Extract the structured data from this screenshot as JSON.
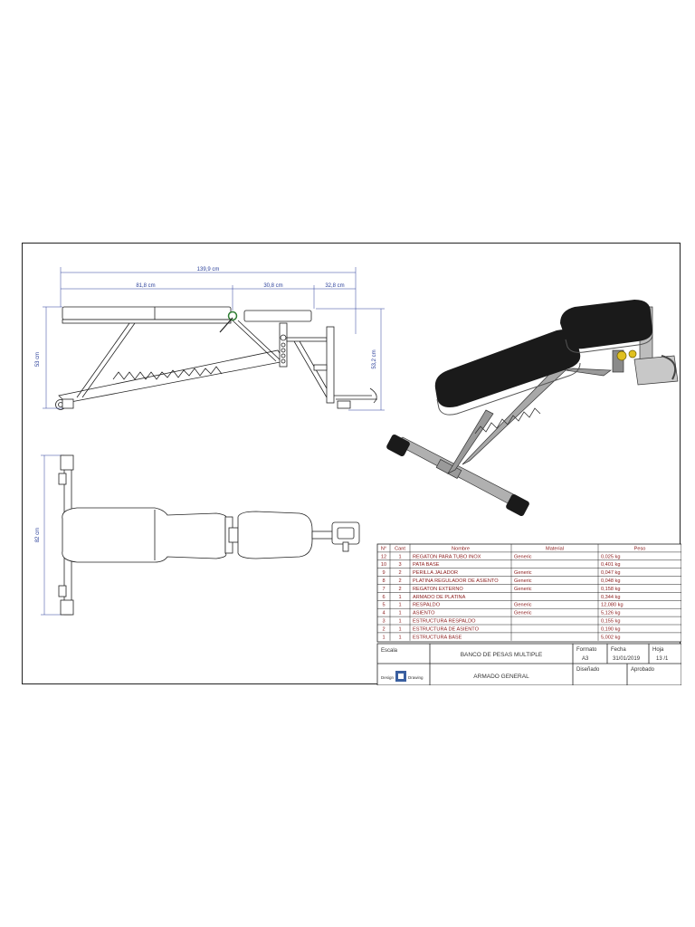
{
  "dimensions": {
    "overall_length": "139,9 cm",
    "seg_backrest": "81,8 cm",
    "seg_seat": "30,8 cm",
    "seg_rear": "32,8 cm",
    "height_front": "53 cm",
    "height_rear": "53,2 cm",
    "width": "82 cm"
  },
  "bom": {
    "headers": [
      "N°",
      "Cant",
      "Nombre",
      "Material",
      "Peso"
    ],
    "rows": [
      {
        "no": "12",
        "qty": "1",
        "name": "REGATON PARA TUBO INOX",
        "material": "Generic",
        "weight": "0,025 kg"
      },
      {
        "no": "10",
        "qty": "3",
        "name": "PATA BASE",
        "material": "",
        "weight": "0,401 kg"
      },
      {
        "no": "9",
        "qty": "2",
        "name": "PERILLA JALADOR",
        "material": "Generic",
        "weight": "0,047 kg"
      },
      {
        "no": "8",
        "qty": "2",
        "name": "PLATINA REGULADOR DE ASIENTO",
        "material": "Generic",
        "weight": "0,048 kg"
      },
      {
        "no": "7",
        "qty": "2",
        "name": "REGATON EXTERNO",
        "material": "Generic",
        "weight": "0,158 kg"
      },
      {
        "no": "6",
        "qty": "1",
        "name": "ARMADO DE PLATINA",
        "material": "",
        "weight": "0,344 kg"
      },
      {
        "no": "5",
        "qty": "1",
        "name": "RESPALDO",
        "material": "Generic",
        "weight": "12,080 kg"
      },
      {
        "no": "4",
        "qty": "1",
        "name": "ASIENTO",
        "material": "Generic",
        "weight": "5,126 kg"
      },
      {
        "no": "3",
        "qty": "1",
        "name": "ESTRUCTURA RESPALDO",
        "material": "",
        "weight": "0,155 kg"
      },
      {
        "no": "2",
        "qty": "1",
        "name": "ESTRUCTURA DE ASIENTO",
        "material": "",
        "weight": "0,190 kg"
      },
      {
        "no": "1",
        "qty": "1",
        "name": "ESTRUCTURA BASE",
        "material": "",
        "weight": "5,002 kg"
      }
    ]
  },
  "title_block": {
    "escala_label": "Escala",
    "title": "BANCO DE PESAS MULTIPLE",
    "formato_label": "Formato",
    "formato_value": "A3",
    "fecha_label": "Fecha",
    "fecha_value": "31/01/2019",
    "hoja_label": "Hoja",
    "hoja_value": "13 /1",
    "subtitle": "ARMADO GENERAL",
    "disenado_label": "Diseñado",
    "aprobado_label": "Aprobado",
    "logo_text_left": "Design",
    "logo_text_right": "Drawing"
  },
  "colors": {
    "line": "#222222",
    "dimension": "#2a3f9a",
    "bom_text": "#8a1a1a",
    "pad": "#1a1a1a",
    "frame_gray": "#9a9a9a",
    "pivot_green": "#2e7d32",
    "knob_yellow": "#e0c020"
  }
}
